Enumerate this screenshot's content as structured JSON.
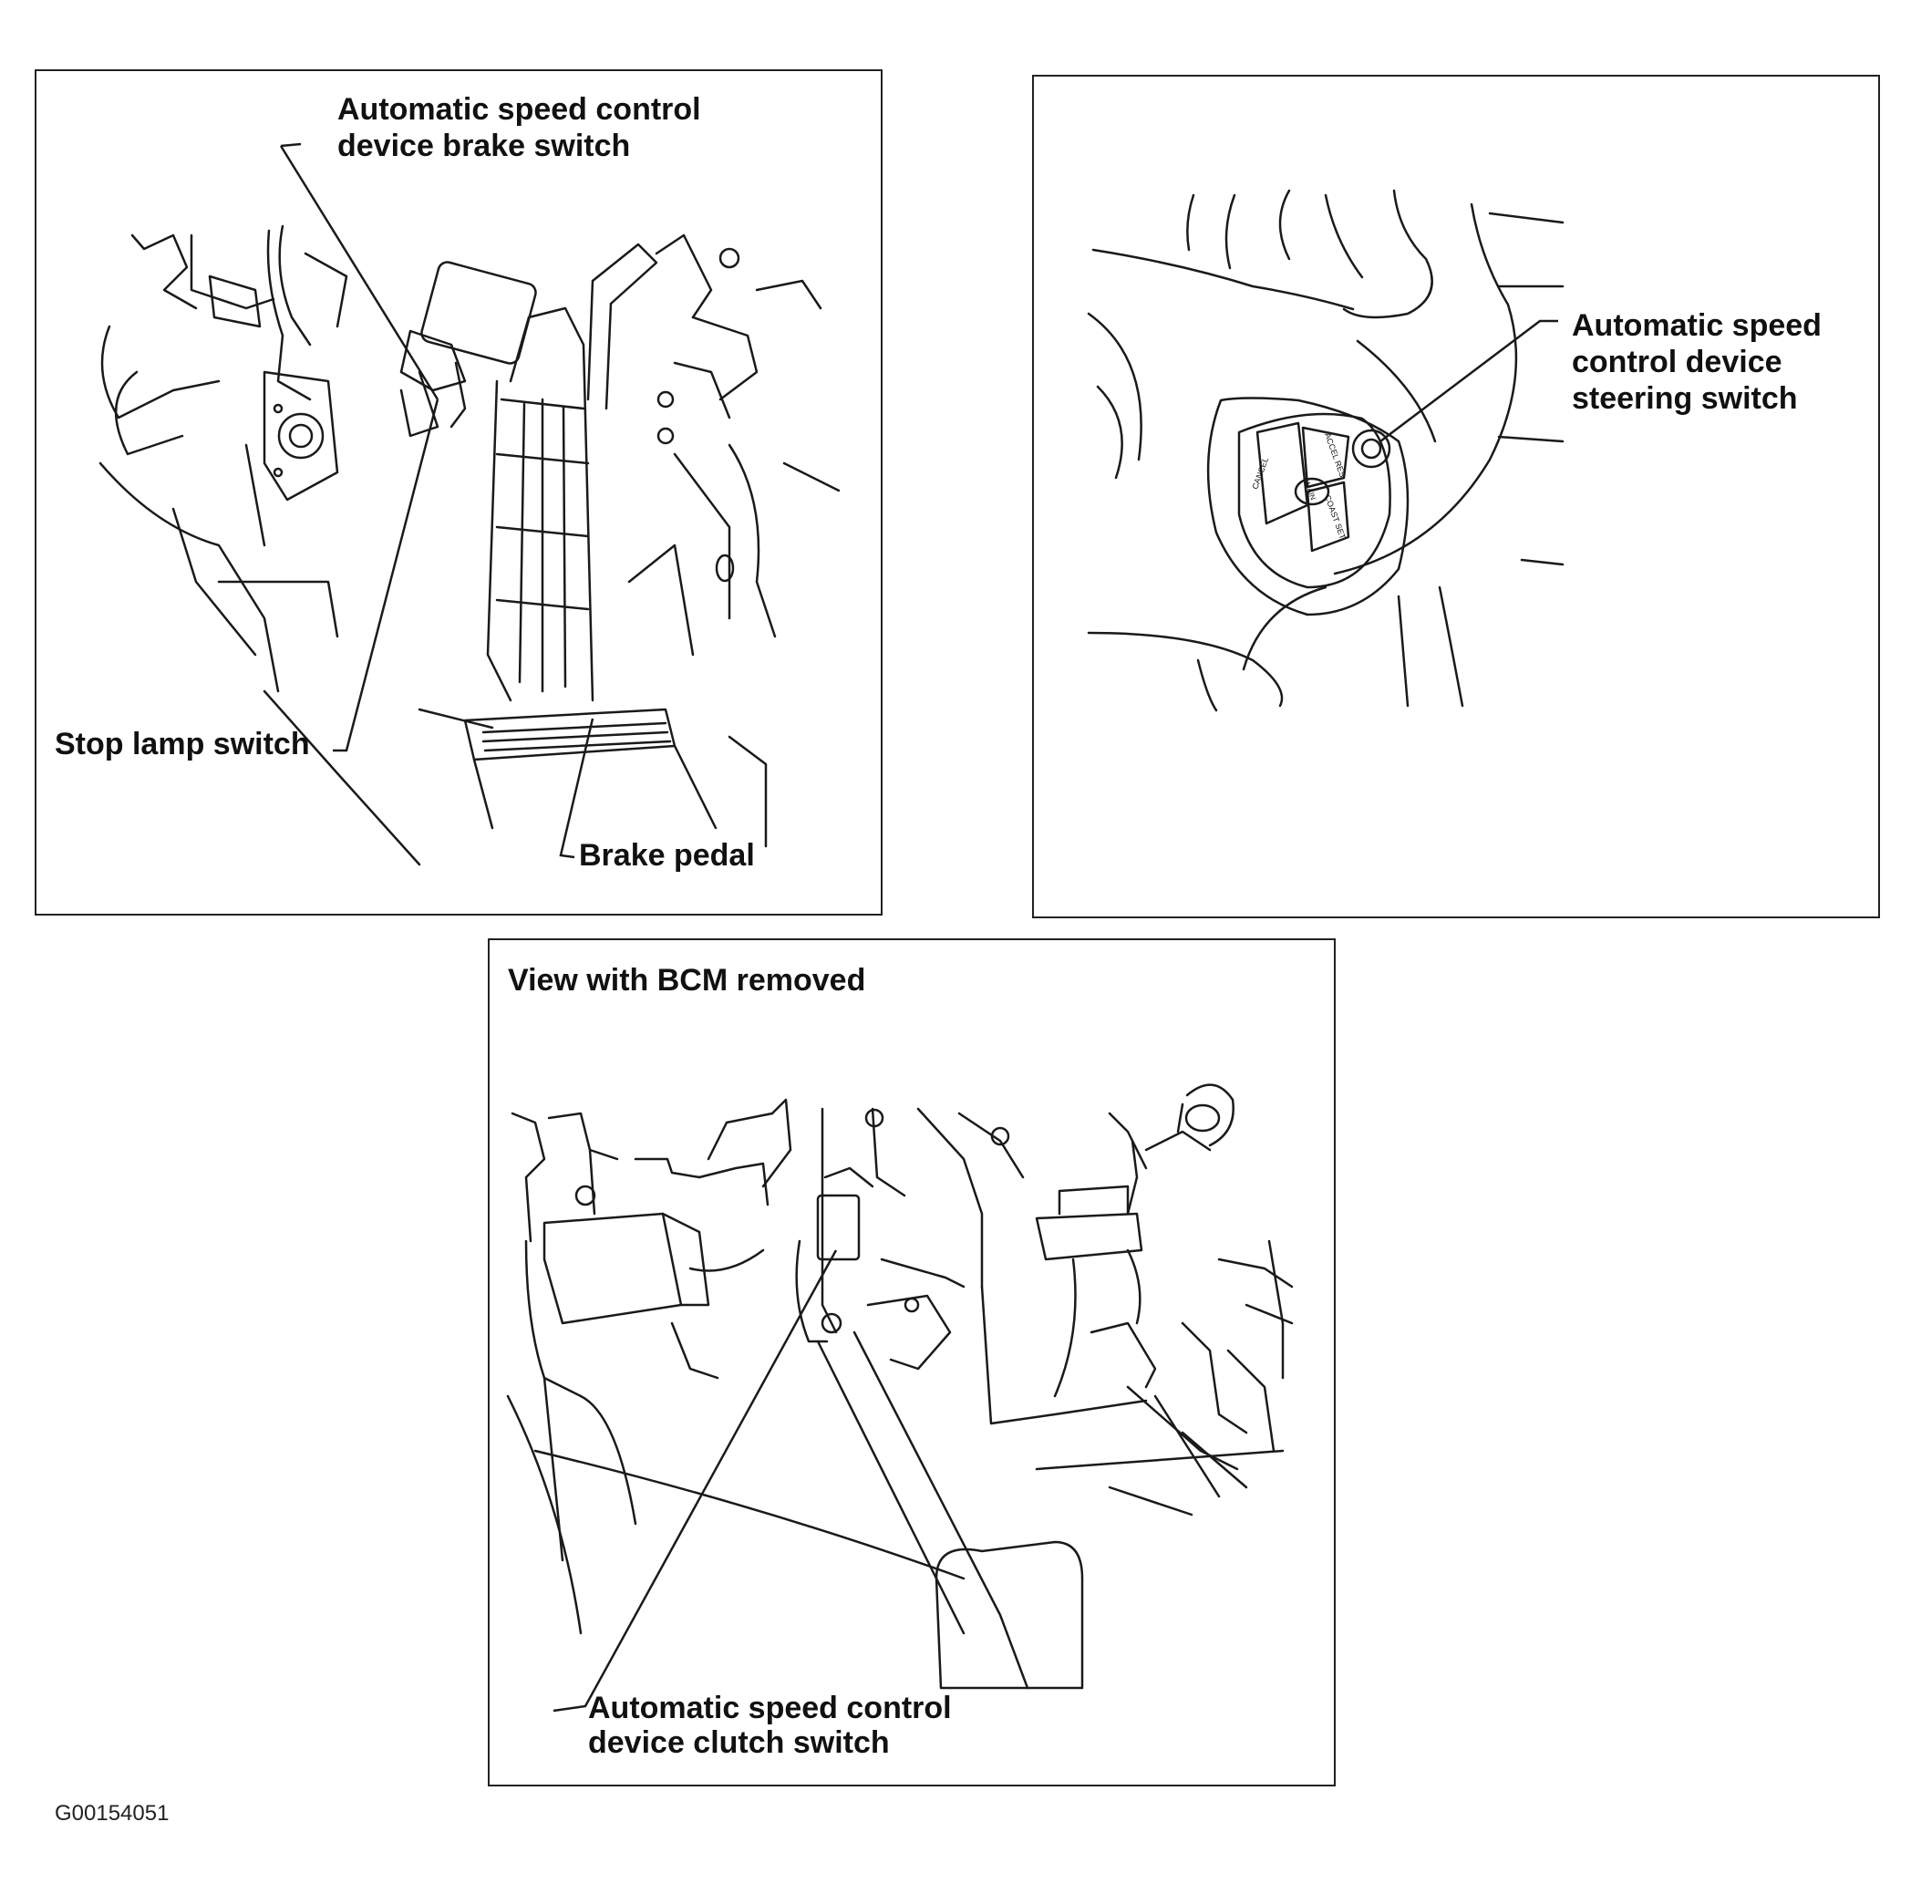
{
  "panels": {
    "brake": {
      "labels": {
        "brake_switch_line1": "Automatic speed control",
        "brake_switch_line2": "device brake switch",
        "stop_lamp": "Stop lamp switch",
        "brake_pedal": "Brake pedal"
      }
    },
    "steering": {
      "labels": {
        "line1": "Automatic speed",
        "line2": "control device",
        "line3": "steering switch"
      },
      "button_text": [
        "CANCEL",
        "ACCEL RES",
        "MAIN",
        "COAST SET"
      ]
    },
    "clutch": {
      "labels": {
        "view_note": "View with BCM removed",
        "clutch_line1": "Automatic speed control",
        "clutch_line2": "device clutch switch"
      }
    }
  },
  "figure_id": "G00154051"
}
